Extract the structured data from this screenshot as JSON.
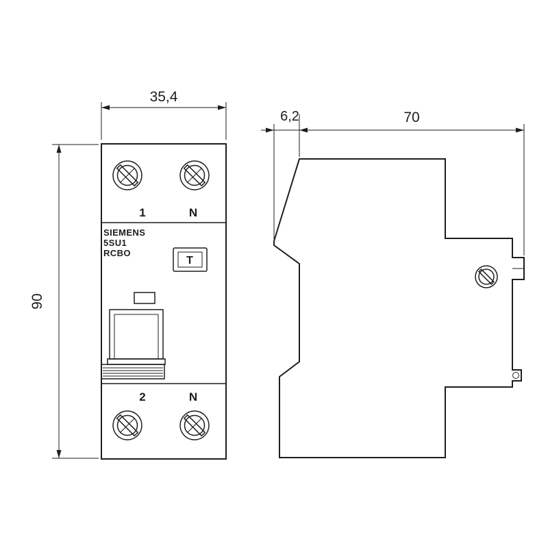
{
  "dims": {
    "width_mm": "35,4",
    "height_mm": "90",
    "front_depth_mm": "6,2",
    "total_depth_mm": "70"
  },
  "front_view": {
    "brand": "SIEMENS",
    "model": "5SU1",
    "type": "RCBO",
    "test_button": "T",
    "top_terminals": [
      "1",
      "N"
    ],
    "bottom_terminals": [
      "2",
      "N"
    ]
  },
  "colors": {
    "line": "#1d1d1b",
    "background": "#ffffff"
  }
}
